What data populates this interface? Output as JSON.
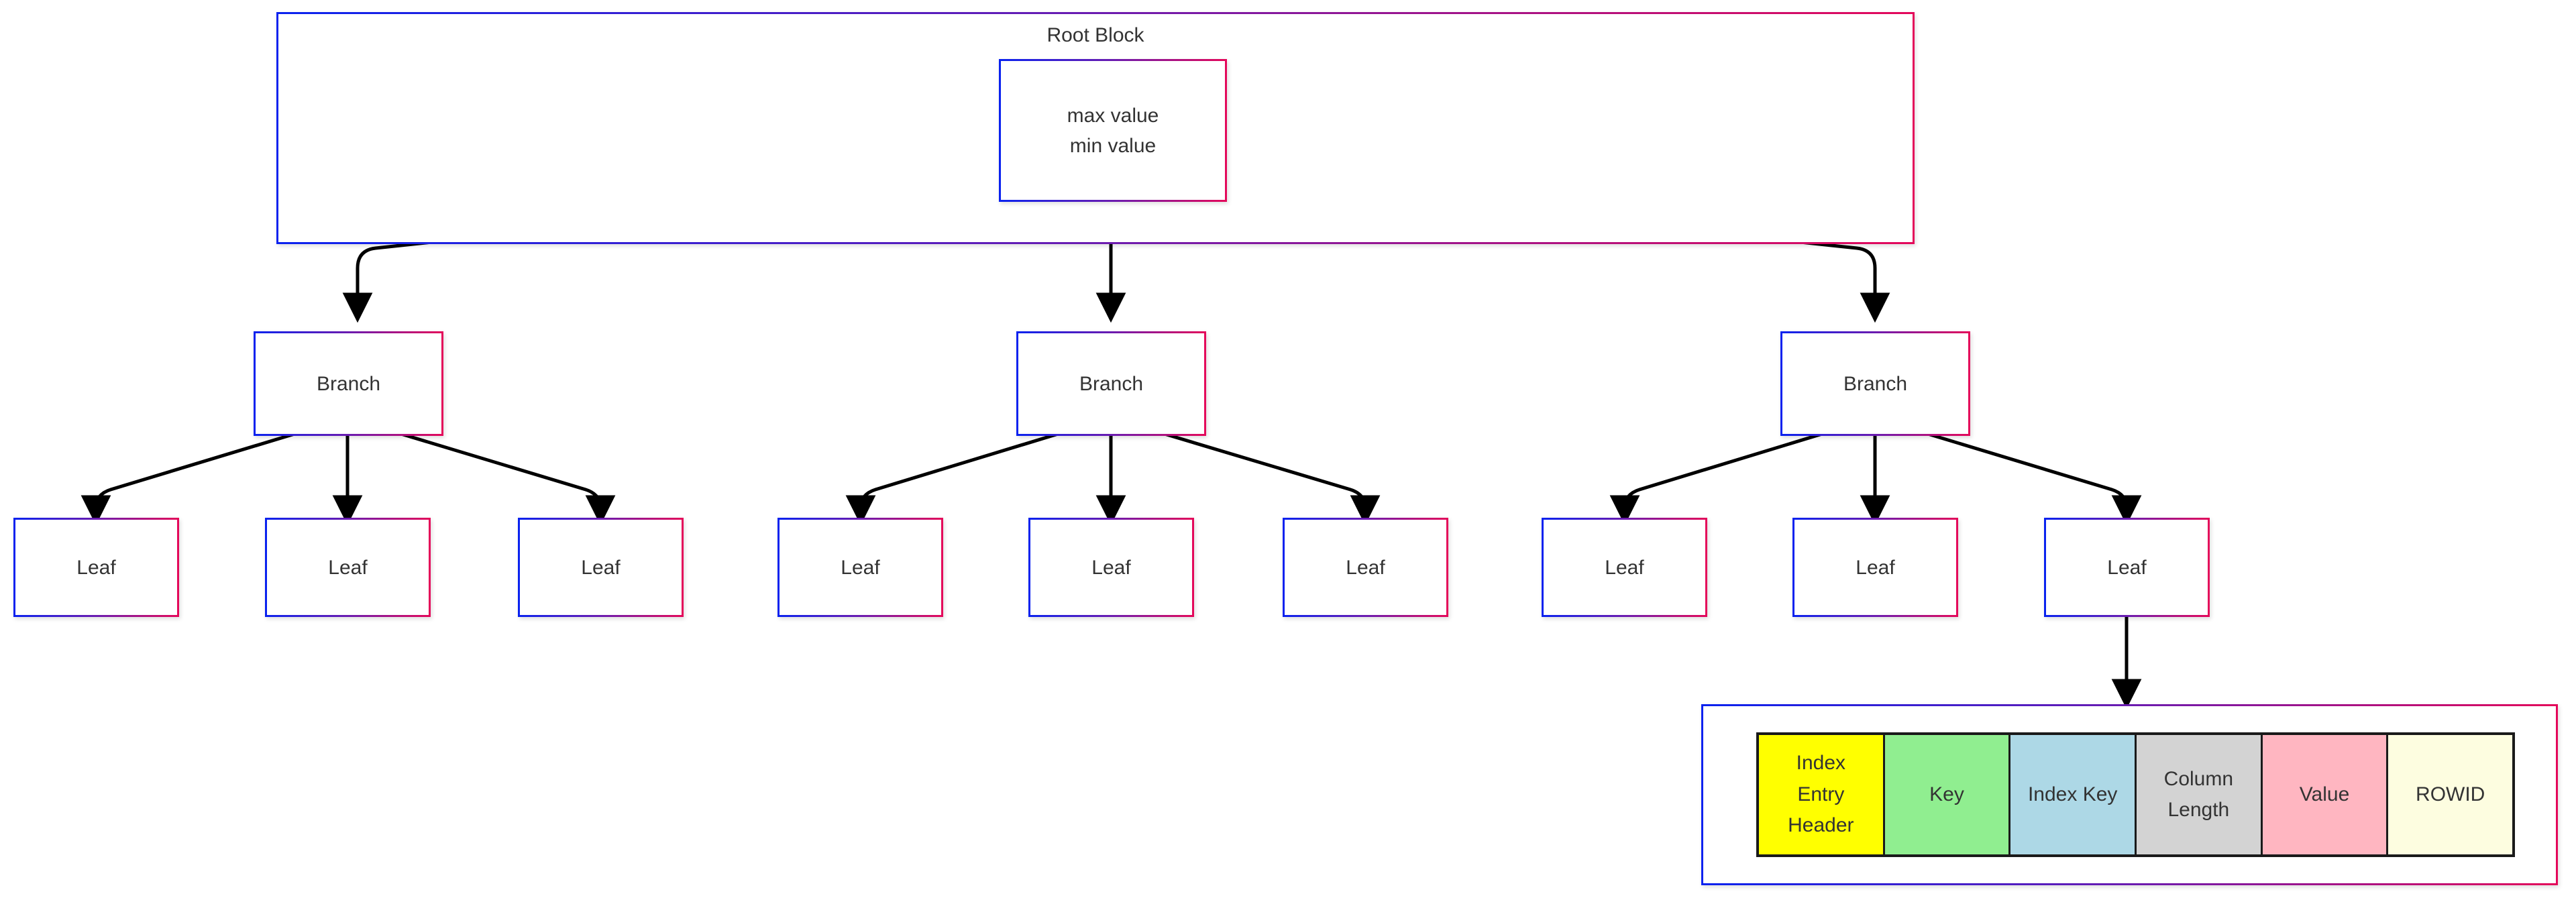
{
  "diagram": {
    "title": "Root Block",
    "theme": {
      "node_border_start": "#0a22ef",
      "node_border_end": "#e4085a",
      "edge_color": "#000000",
      "text_color": "#333333",
      "background": "#ffffff"
    }
  },
  "root_container": {
    "label": "Root Block"
  },
  "root_node": {
    "line1": "max value",
    "line2": "min value"
  },
  "branches": [
    {
      "label": "Branch"
    },
    {
      "label": "Branch"
    },
    {
      "label": "Branch"
    }
  ],
  "leaves": [
    {
      "label": "Leaf"
    },
    {
      "label": "Leaf"
    },
    {
      "label": "Leaf"
    },
    {
      "label": "Leaf"
    },
    {
      "label": "Leaf"
    },
    {
      "label": "Leaf"
    },
    {
      "label": "Leaf"
    },
    {
      "label": "Leaf"
    },
    {
      "label": "Leaf"
    }
  ],
  "index_entry": {
    "cells": [
      {
        "line1": "Index",
        "line2": "Entry",
        "line3": "Header",
        "color": "#ffff00"
      },
      {
        "line1": "Key",
        "line2": "",
        "line3": "",
        "color": "#90ee90"
      },
      {
        "line1": "Index Key",
        "line2": "",
        "line3": "",
        "color": "#add8e6"
      },
      {
        "line1": "Column",
        "line2": "Length",
        "line3": "",
        "color": "#d3d3d3"
      },
      {
        "line1": "Value",
        "line2": "",
        "line3": "",
        "color": "#ffb6c1"
      },
      {
        "line1": "ROWID",
        "line2": "",
        "line3": "",
        "color": "#fdfde0"
      }
    ]
  }
}
